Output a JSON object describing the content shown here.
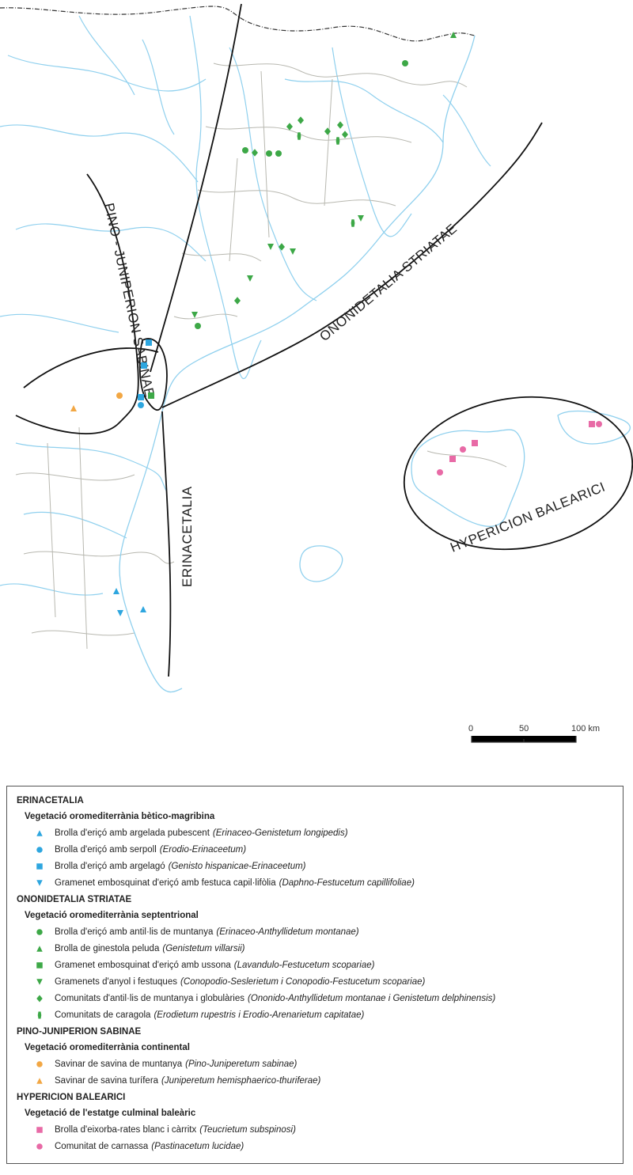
{
  "colors": {
    "blue": "#2ea6df",
    "green": "#3da847",
    "orange": "#f2a744",
    "pink": "#e86aa6",
    "river": "#8fd0ee",
    "border": "#b8b8b0"
  },
  "map_labels": {
    "pino": "PINO - JUNIPERION SABINAE",
    "erinacetalia": "ERINACETALIA",
    "ononidetalia": "ONONIDETALIA STRIATAE",
    "hypericion": "HYPERICION BALEARICI"
  },
  "scale": {
    "t0": "0",
    "t50": "50",
    "t100": "100 km"
  },
  "legend": [
    {
      "title": "ERINACETALIA",
      "subtitle": "Vegetació oromediterrània bètico-magribina",
      "items": [
        {
          "symbol": "triangle",
          "color": "blue",
          "text": "Brolla d'eriçó amb argelada pubescent",
          "sci": "(Erinaceo-Genistetum longipedis)"
        },
        {
          "symbol": "circle",
          "color": "blue",
          "text": "Brolla d'eriçó amb serpoll",
          "sci": "(Erodio-Erinaceetum)"
        },
        {
          "symbol": "square",
          "color": "blue",
          "text": "Brolla d'eriçó amb argelagó",
          "sci": "(Genisto hispanicae-Erinaceetum)"
        },
        {
          "symbol": "down-triangle",
          "color": "blue",
          "text": "Gramenet embosquinat d'eriçó amb festuca capil·lifòlia",
          "sci": "(Daphno-Festucetum capillifoliae)"
        }
      ]
    },
    {
      "title": "ONONIDETALIA STRIATAE",
      "subtitle": "Vegetació oromediterrània septentrional",
      "items": [
        {
          "symbol": "circle",
          "color": "green",
          "text": "Brolla d'eriçó amb antil·lis de muntanya",
          "sci": "(Erinaceo-Anthyllidetum montanae)"
        },
        {
          "symbol": "triangle",
          "color": "green",
          "text": "Brolla de ginestola peluda",
          "sci": "(Genistetum villarsii)"
        },
        {
          "symbol": "square",
          "color": "green",
          "text": "Gramenet embosquinat d'eriçó amb ussona",
          "sci": "(Lavandulo-Festucetum scopariae)"
        },
        {
          "symbol": "down-triangle",
          "color": "green",
          "text": "Gramenets d'anyol i festuques",
          "sci": "(Conopodio-Seslerietum i Conopodio-Festucetum scopariae)"
        },
        {
          "symbol": "diamond",
          "color": "green",
          "text": "Comunitats d'antil·lis de muntanya i globulàries",
          "sci": "(Ononido-Anthyllidetum montanae i Genistetum delphinensis)"
        },
        {
          "symbol": "caragola",
          "color": "green",
          "text": "Comunitats de caragola",
          "sci": "(Erodietum rupestris i Erodio-Arenarietum capitatae)"
        }
      ]
    },
    {
      "title": "PINO-JUNIPERION SABINAE",
      "subtitle": "Vegetació oromediterrània continental",
      "items": [
        {
          "symbol": "circle",
          "color": "orange",
          "text": "Savinar de savina de muntanya",
          "sci": "(Pino-Juniperetum sabinae)"
        },
        {
          "symbol": "triangle",
          "color": "orange",
          "text": "Savinar de savina turífera",
          "sci": "(Juniperetum hemisphaerico-thuriferae)"
        }
      ]
    },
    {
      "title": "HYPERICION BALEARICI",
      "subtitle": "Vegetació de l'estatge culminal baleàric",
      "items": [
        {
          "symbol": "square",
          "color": "pink",
          "text": "Brolla d'eixorba-rates blanc i càrritx",
          "sci": "(Teucrietum subspinosi)"
        },
        {
          "symbol": "circle",
          "color": "pink",
          "text": "Comunitat de carnassa",
          "sci": "(Pastinacetum lucidae)"
        }
      ]
    }
  ]
}
